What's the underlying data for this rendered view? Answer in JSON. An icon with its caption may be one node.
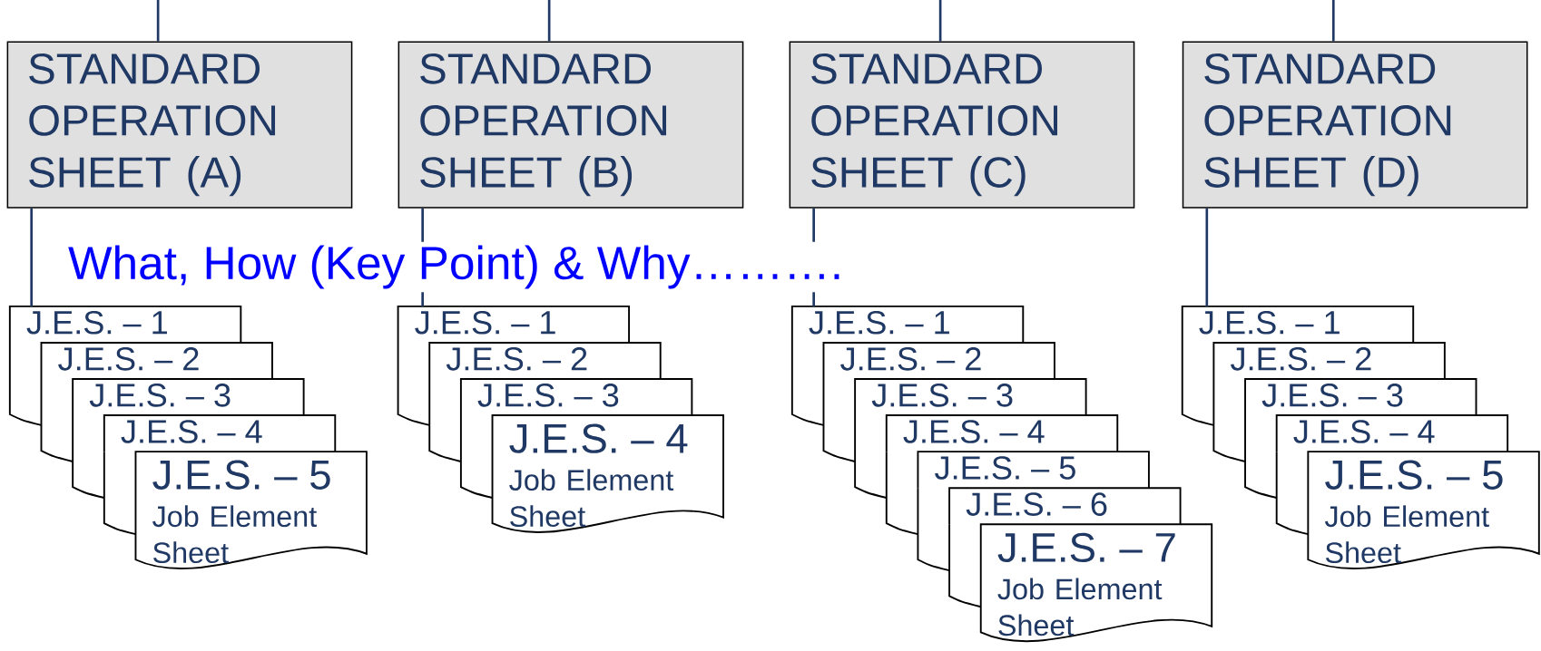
{
  "diagram": {
    "nodes": [
      {
        "text": [
          "STANDARD OPERATION SHEET (A)"
        ]
      },
      {
        "text": [
          "STANDARD OPERATION SHEET (B)"
        ]
      },
      {
        "text": [
          "STANDARD OPERATION SHEET (C)"
        ]
      },
      {
        "text": [
          "STANDARD OPERATION SHEET (D)"
        ]
      },
      {
        "text": [
          "J.E.S. – 1"
        ]
      },
      {
        "text": [
          "J.E.S. – 2"
        ]
      },
      {
        "text": [
          "J.E.S. – 3"
        ]
      },
      {
        "text": [
          "J.E.S. – 4"
        ]
      },
      {
        "text": [
          "J.E.S. – 5",
          "Job Element Sheet"
        ]
      },
      {
        "text": [
          "J.E.S. – 1"
        ]
      },
      {
        "text": [
          "J.E.S. – 2"
        ]
      },
      {
        "text": [
          "J.E.S. – 3"
        ]
      },
      {
        "text": [
          "J.E.S. – 4",
          "Job Element Sheet"
        ]
      },
      {
        "text": [
          "J.E.S. – 1"
        ]
      },
      {
        "text": [
          "J.E.S. – 2"
        ]
      },
      {
        "text": [
          "J.E.S. – 3"
        ]
      },
      {
        "text": [
          "J.E.S. – 4"
        ]
      },
      {
        "text": [
          "J.E.S. – 5"
        ]
      },
      {
        "text": [
          "J.E.S. – 6"
        ]
      },
      {
        "text": [
          "J.E.S. – 7",
          "Job Element Sheet"
        ]
      },
      {
        "text": [
          "J.E.S. – 1"
        ]
      },
      {
        "text": [
          "J.E.S. – 2"
        ]
      },
      {
        "text": [
          "J.E.S. – 3"
        ]
      },
      {
        "text": [
          "J.E.S. – 4"
        ]
      },
      {
        "text": [
          "J.E.S. – 5",
          "Job Element Sheet"
        ]
      }
    ],
    "edges": [
      {
        "from": null,
        "to": 0,
        "arrow": "none"
      },
      {
        "from": null,
        "to": 1,
        "arrow": "none"
      },
      {
        "from": null,
        "to": 2,
        "arrow": "none"
      },
      {
        "from": null,
        "to": 3,
        "arrow": "none"
      },
      {
        "from": 0,
        "to": 4,
        "arrow": "none"
      },
      {
        "from": 1,
        "to": 9,
        "arrow": "none"
      },
      {
        "from": 2,
        "to": 13,
        "arrow": "none"
      },
      {
        "from": 3,
        "to": 20,
        "arrow": "none"
      }
    ],
    "labels": [
      "What, How (Key Point) & Why………."
    ]
  }
}
